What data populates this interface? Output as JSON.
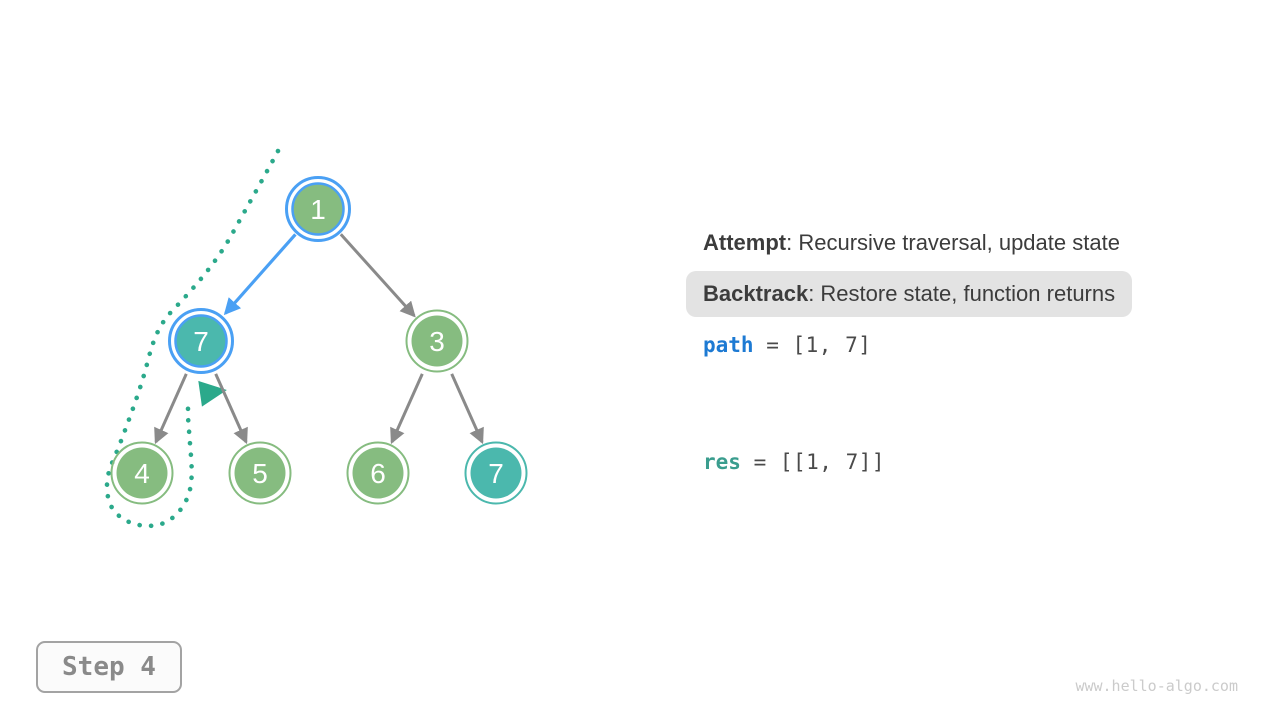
{
  "figure": {
    "title": "backtracking-tree-visualization",
    "nodes": [
      {
        "label": "1"
      },
      {
        "label": "7"
      },
      {
        "label": "3"
      },
      {
        "label": "4"
      },
      {
        "label": "5"
      },
      {
        "label": "6"
      },
      {
        "label": "7"
      }
    ],
    "colors": {
      "node_green": "#86BC80",
      "node_teal": "#4BB8AD",
      "active_blue": "#4AA0F4",
      "edge_gray": "#8A8A8A",
      "backtrack_green": "#2BA98B",
      "code_path_blue": "#1D7AD3",
      "code_res_teal": "#3A9D8E",
      "chip_gray": "#E3E3E3"
    }
  },
  "panel": {
    "attempt": {
      "label": "Attempt",
      "text": ": Recursive traversal, update state"
    },
    "backtrack": {
      "label": "Backtrack",
      "text": ": Restore state, function returns"
    },
    "path_var": {
      "name": "path",
      "value": "= [1, 7]"
    },
    "res_var": {
      "name": "res",
      "value": "= [[1, 7]]"
    }
  },
  "footer": {
    "step": "Step 4",
    "watermark": "www.hello-algo.com"
  }
}
